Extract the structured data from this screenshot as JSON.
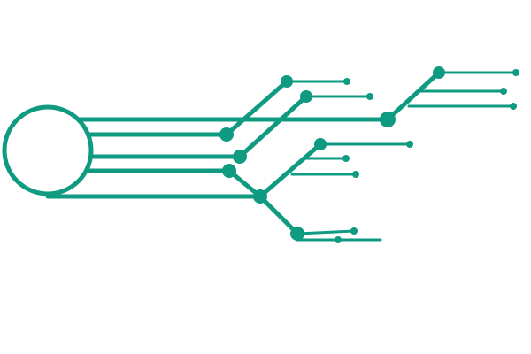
{
  "graphic": {
    "type": "circuit-trace-illustration",
    "colors": {
      "trace": "#0f9a82",
      "background": "#ffffff"
    },
    "hub_count": 1,
    "junction_count": 9,
    "endpoint_count": 10,
    "has_text": false
  }
}
